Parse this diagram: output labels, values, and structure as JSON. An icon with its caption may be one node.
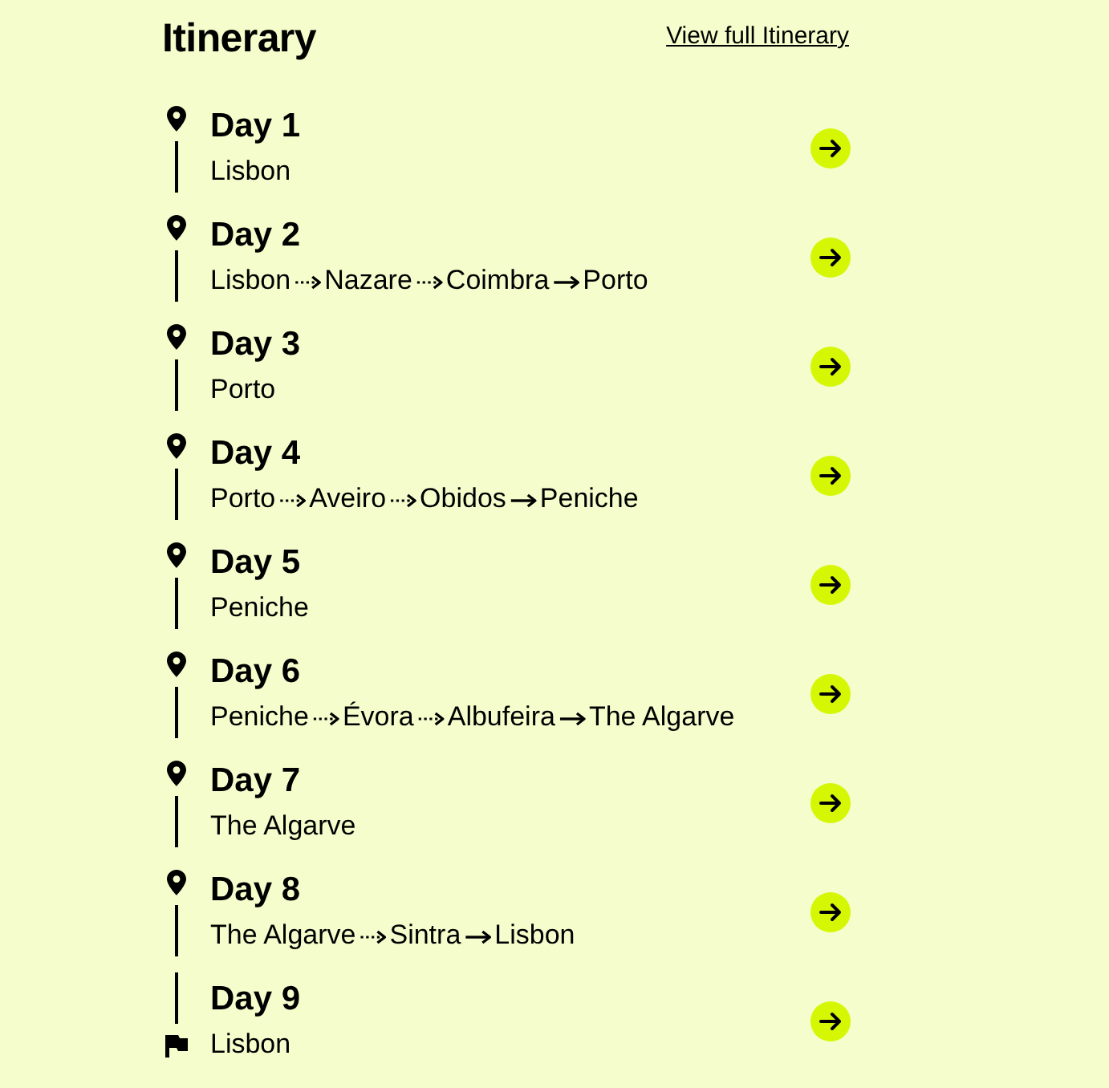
{
  "diagram": {
    "title": "Itinerary",
    "nodes": [
      {
        "text": [
          "Lisbon"
        ]
      },
      {
        "text": [
          "Nazare"
        ]
      },
      {
        "text": [
          "Coimbra"
        ]
      },
      {
        "text": [
          "Porto"
        ]
      },
      {
        "text": [
          "Porto"
        ]
      },
      {
        "text": [
          "Aveiro"
        ]
      },
      {
        "text": [
          "Obidos"
        ]
      },
      {
        "text": [
          "Peniche"
        ]
      },
      {
        "text": [
          "Peniche"
        ]
      },
      {
        "text": [
          "Évora"
        ]
      },
      {
        "text": [
          "Albufeira"
        ]
      },
      {
        "text": [
          "The Algarve"
        ]
      },
      {
        "text": [
          "The Algarve"
        ]
      },
      {
        "text": [
          "Sintra"
        ]
      },
      {
        "text": [
          "Lisbon"
        ]
      }
    ],
    "edges": [
      {
        "from": 0,
        "to": 1,
        "arrow": "to",
        "style": "dashed"
      },
      {
        "from": 1,
        "to": 2,
        "arrow": "to",
        "style": "dashed"
      },
      {
        "from": 2,
        "to": 3,
        "arrow": "to"
      },
      {
        "from": 4,
        "to": 5,
        "arrow": "to",
        "style": "dashed"
      },
      {
        "from": 5,
        "to": 6,
        "arrow": "to",
        "style": "dashed"
      },
      {
        "from": 6,
        "to": 7,
        "arrow": "to"
      },
      {
        "from": 8,
        "to": 9,
        "arrow": "to",
        "style": "dashed"
      },
      {
        "from": 9,
        "to": 10,
        "arrow": "to",
        "style": "dashed"
      },
      {
        "from": 10,
        "to": 11,
        "arrow": "to"
      },
      {
        "from": 12,
        "to": 13,
        "arrow": "to",
        "style": "dashed"
      },
      {
        "from": 13,
        "to": 14,
        "arrow": "to"
      }
    ],
    "labels": [
      "View full Itinerary",
      "Day 1",
      "Lisbon",
      "Day 2",
      "Day 3",
      "Porto",
      "Day 4",
      "Day 5",
      "Peniche",
      "Day 6",
      "Day 7",
      "The Algarve",
      "Day 8",
      "Day 9",
      "Lisbon"
    ]
  }
}
